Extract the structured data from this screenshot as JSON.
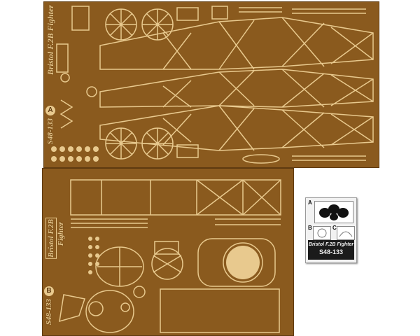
{
  "fret_a": {
    "title": "Bristol F.2B Fighter",
    "letter": "A",
    "code": "S48-133"
  },
  "fret_b": {
    "title_line1": "Bristol F.2B",
    "title_line2": "Fighter",
    "letter": "B",
    "code": "S48-133"
  },
  "decal": {
    "label_a": "A",
    "label_b": "B",
    "label_c": "C",
    "title": "Bristol F.2B Fighter",
    "code": "S48-133"
  },
  "colors": {
    "brass": "#8a5a1e",
    "brass_light": "#e8c98e",
    "background": "#ffffff"
  }
}
